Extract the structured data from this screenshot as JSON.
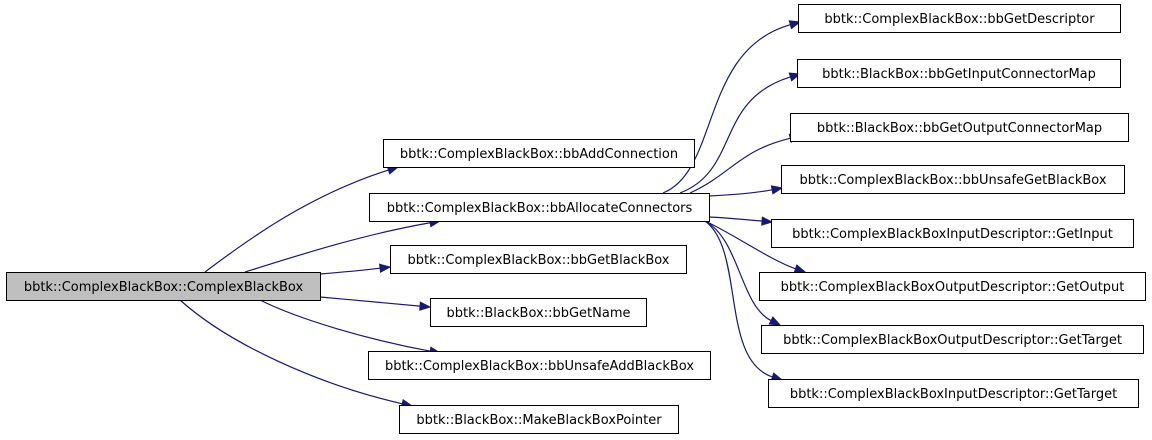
{
  "colors": {
    "edge": "#191970",
    "node_border": "#000000",
    "node_fill": "#ffffff",
    "root_fill": "#bfbfbf",
    "text": "#000000"
  },
  "nodes": [
    {
      "id": "root",
      "label": "bbtk::ComplexBlackBox::ComplexBlackBox",
      "highlight": true
    },
    {
      "id": "addconn",
      "label": "bbtk::ComplexBlackBox::bbAddConnection"
    },
    {
      "id": "alloc",
      "label": "bbtk::ComplexBlackBox::bbAllocateConnectors"
    },
    {
      "id": "getbb",
      "label": "bbtk::ComplexBlackBox::bbGetBlackBox"
    },
    {
      "id": "getname",
      "label": "bbtk::BlackBox::bbGetName"
    },
    {
      "id": "unsafeadd",
      "label": "bbtk::ComplexBlackBox::bbUnsafeAddBlackBox"
    },
    {
      "id": "makeptr",
      "label": "bbtk::BlackBox::MakeBlackBoxPointer"
    },
    {
      "id": "getdesc",
      "label": "bbtk::ComplexBlackBox::bbGetDescriptor"
    },
    {
      "id": "inmap",
      "label": "bbtk::BlackBox::bbGetInputConnectorMap"
    },
    {
      "id": "outmap",
      "label": "bbtk::BlackBox::bbGetOutputConnectorMap"
    },
    {
      "id": "unsafeget",
      "label": "bbtk::ComplexBlackBox::bbUnsafeGetBlackBox"
    },
    {
      "id": "ingetinput",
      "label": "bbtk::ComplexBlackBoxInputDescriptor::GetInput"
    },
    {
      "id": "outgetoutput",
      "label": "bbtk::ComplexBlackBoxOutputDescriptor::GetOutput"
    },
    {
      "id": "outgettarget",
      "label": "bbtk::ComplexBlackBoxOutputDescriptor::GetTarget"
    },
    {
      "id": "ingettarget",
      "label": "bbtk::ComplexBlackBoxInputDescriptor::GetTarget"
    }
  ],
  "edges": [
    {
      "from": "root",
      "to": "addconn"
    },
    {
      "from": "root",
      "to": "alloc"
    },
    {
      "from": "root",
      "to": "getbb"
    },
    {
      "from": "root",
      "to": "getname"
    },
    {
      "from": "root",
      "to": "unsafeadd"
    },
    {
      "from": "root",
      "to": "makeptr"
    },
    {
      "from": "alloc",
      "to": "getdesc"
    },
    {
      "from": "alloc",
      "to": "inmap"
    },
    {
      "from": "alloc",
      "to": "outmap"
    },
    {
      "from": "alloc",
      "to": "unsafeget"
    },
    {
      "from": "alloc",
      "to": "ingetinput"
    },
    {
      "from": "alloc",
      "to": "outgetoutput"
    },
    {
      "from": "alloc",
      "to": "outgettarget"
    },
    {
      "from": "alloc",
      "to": "ingettarget"
    }
  ]
}
